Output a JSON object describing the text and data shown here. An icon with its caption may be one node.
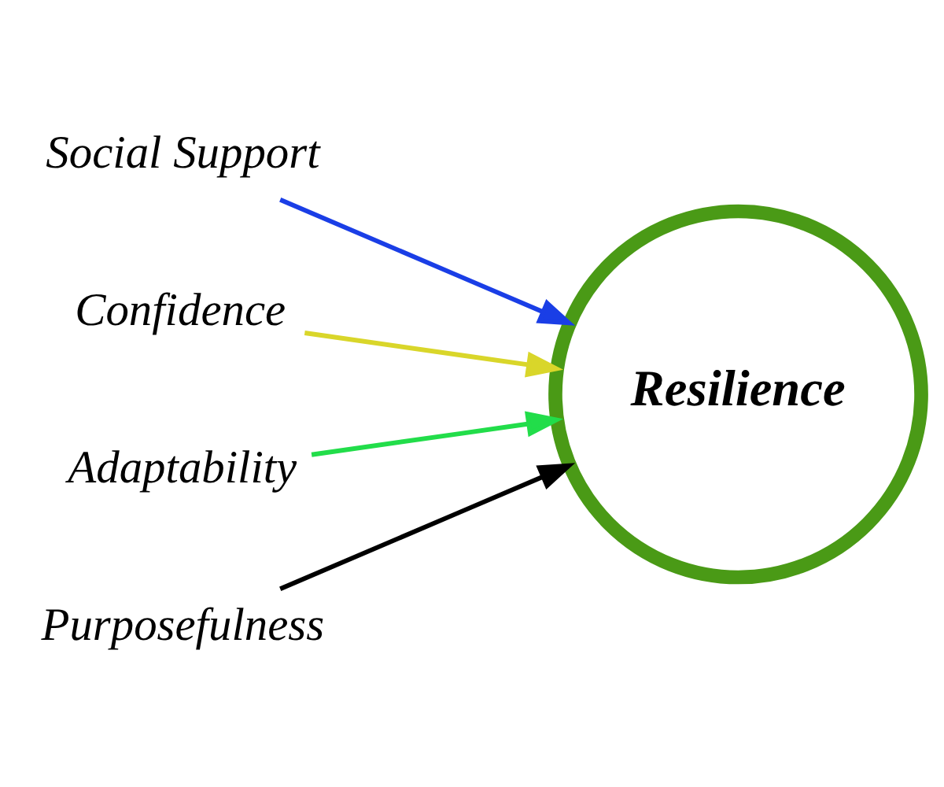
{
  "diagram": {
    "nodes": [
      {
        "text": [
          "Social Support"
        ]
      },
      {
        "text": [
          "Confidence"
        ]
      },
      {
        "text": [
          "Adaptability"
        ]
      },
      {
        "text": [
          "Purposefulness"
        ]
      },
      {
        "text": [
          "Resilience"
        ]
      }
    ],
    "edges": [
      {
        "from": 0,
        "to": 4,
        "arrow": "to",
        "color": "#1a3ee6"
      },
      {
        "from": 1,
        "to": 4,
        "arrow": "to",
        "color": "#d9d62a"
      },
      {
        "from": 2,
        "to": 4,
        "arrow": "to",
        "color": "#22dd4a"
      },
      {
        "from": 3,
        "to": 4,
        "arrow": "to",
        "color": "#000000"
      }
    ]
  }
}
